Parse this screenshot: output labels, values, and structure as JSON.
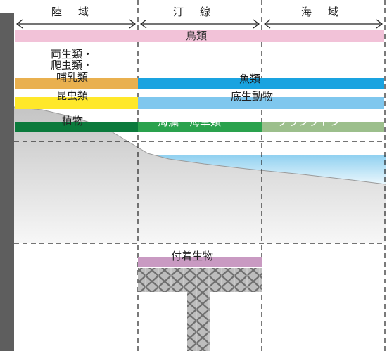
{
  "zones": {
    "land": "陸　域",
    "shore": "汀　線",
    "sea": "海　域"
  },
  "bands": {
    "birds": "鳥類",
    "amphibians_reptiles_line1": "両生類・",
    "amphibians_reptiles_line2": "爬虫類・",
    "mammals": "哺乳類",
    "fish": "魚類",
    "insects": "昆虫類",
    "benthos": "底生動物",
    "plants": "植物",
    "seaweeds": "海藻・海草類",
    "plankton": "プランクトン",
    "attached_organisms": "付着生物"
  },
  "colors": {
    "birds": "#f2c2d8",
    "mammals": "#e9b04f",
    "fish": "#1aa3e0",
    "insects": "#ffe82a",
    "benthos": "#7fc7ee",
    "plants": "#0b7a3c",
    "seaweeds": "#2aa24d",
    "plankton": "#9cbf8c",
    "attached": "#c99ac2",
    "wall": "#5e5e5e",
    "ground": "#d6d6d6",
    "water": "#8fd0f0",
    "structure": "#9a9a9a"
  }
}
